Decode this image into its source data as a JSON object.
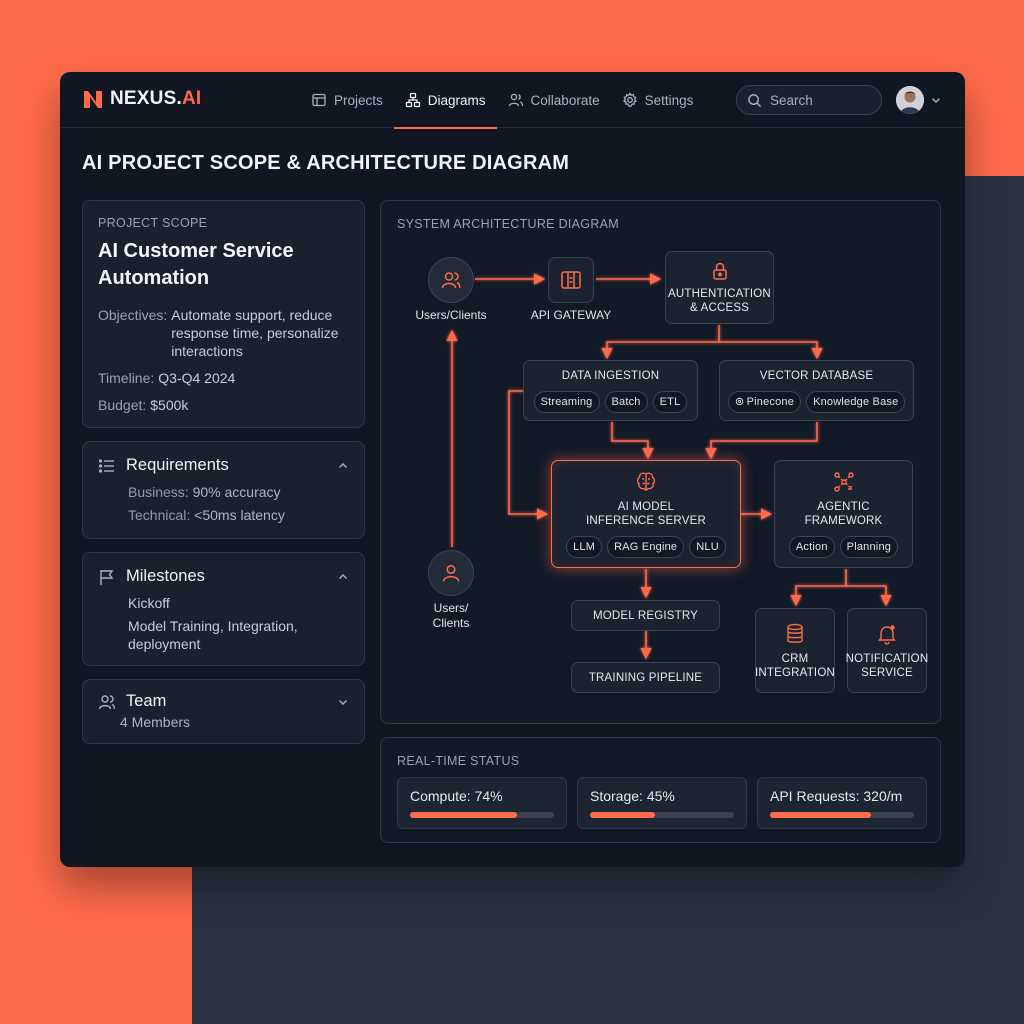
{
  "app": {
    "name_main": "NEXUS.",
    "name_accent": "AI"
  },
  "nav": [
    {
      "label": "Projects",
      "icon": "table-icon"
    },
    {
      "label": "Diagrams",
      "icon": "hierarchy-icon",
      "active": true
    },
    {
      "label": "Collaborate",
      "icon": "users-icon"
    },
    {
      "label": "Settings",
      "icon": "gear-icon"
    }
  ],
  "search": {
    "placeholder": "Search"
  },
  "page": {
    "title": "AI PROJECT SCOPE & ARCHITECTURE DIAGRAM"
  },
  "scope": {
    "label": "PROJECT SCOPE",
    "heading": "AI Customer Service Automation",
    "objectives_key": "Objectives:",
    "objectives_value": "Automate support, reduce response time, personalize interactions",
    "timeline_key": "Timeline:",
    "timeline_value": "Q3-Q4 2024",
    "budget_key": "Budget:",
    "budget_value": "$500k"
  },
  "requirements": {
    "title": "Requirements",
    "business_key": "Business:",
    "business_value": "90% accuracy",
    "technical_key": "Technical:",
    "technical_value": "<50ms latency"
  },
  "milestones": {
    "title": "Milestones",
    "item1": "Kickoff",
    "item2": "Model Training, Integration, deployment"
  },
  "team": {
    "title": "Team",
    "members": "4 Members"
  },
  "diagram": {
    "label": "SYSTEM ARCHITECTURE DIAGRAM",
    "users_top": "Users/Clients",
    "users_bottom_1": "Users/",
    "users_bottom_2": "Clients",
    "api_gateway": "API GATEWAY",
    "auth_1": "AUTHENTICATION",
    "auth_2": "& ACCESS",
    "ingestion": "DATA INGESTION",
    "ingestion_pills": [
      "Streaming",
      "Batch",
      "ETL"
    ],
    "vector": "VECTOR DATABASE",
    "vector_pills": [
      "Pinecone",
      "Knowledge Base"
    ],
    "inference_1": "AI MODEL",
    "inference_2": "INFERENCE SERVER",
    "inference_pills": [
      "LLM",
      "RAG Engine",
      "NLU"
    ],
    "agentic_1": "AGENTIC",
    "agentic_2": "FRAMEWORK",
    "agentic_pills": [
      "Action",
      "Planning"
    ],
    "registry": "MODEL REGISTRY",
    "training": "TRAINING PIPELINE",
    "crm_1": "CRM",
    "crm_2": "INTEGRATION",
    "notif_1": "NOTIFICATION",
    "notif_2": "SERVICE"
  },
  "status": {
    "label": "REAL-TIME STATUS",
    "metrics": [
      {
        "label": "Compute: 74%",
        "value": 0.74
      },
      {
        "label": "Storage: 45%",
        "value": 0.45
      },
      {
        "label": "API Requests: 320/m",
        "value": 0.7
      }
    ]
  },
  "colors": {
    "accent": "#ff6b4a",
    "panel": "#101622",
    "card": "#1a202d"
  }
}
